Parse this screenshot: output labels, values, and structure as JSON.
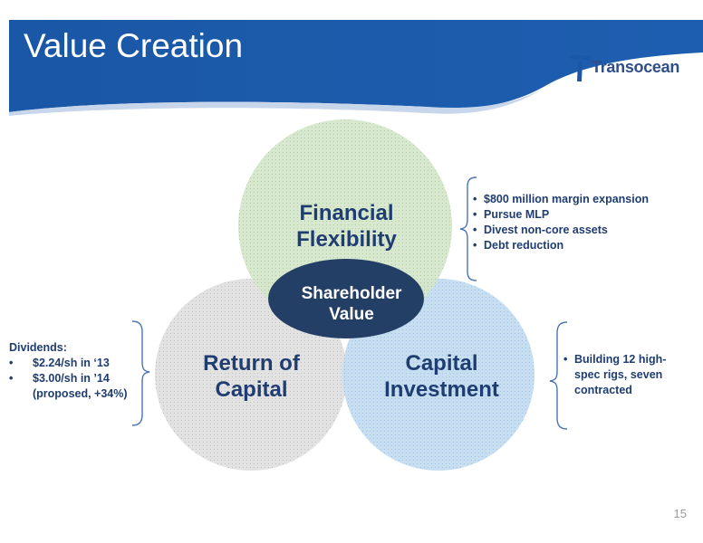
{
  "slide": {
    "title": "Value Creation",
    "page_number": "15"
  },
  "brand": {
    "logo_text": "Transocean",
    "header_color": "#1a57a6",
    "text_color": "#1f3d70"
  },
  "diagram": {
    "circles": [
      {
        "id": "financial",
        "lines": [
          "Financial",
          "Flexibility"
        ],
        "fill": "#cfe2c4"
      },
      {
        "id": "return",
        "lines": [
          "Return of",
          "Capital"
        ],
        "fill": "#dcdcdc"
      },
      {
        "id": "capital",
        "lines": [
          "Capital",
          "Investment"
        ],
        "fill": "#bcd6ee"
      }
    ],
    "center": {
      "lines": [
        "Shareholder",
        "Value"
      ],
      "fill": "#243f66"
    }
  },
  "callouts": {
    "financial": [
      "$800 million margin expansion",
      "Pursue MLP",
      "Divest non-core assets",
      "Debt reduction"
    ],
    "capital": [
      "Building 12 high-",
      "spec rigs, seven",
      "contracted"
    ],
    "return": {
      "heading": "Dividends:",
      "items": [
        "$2.24/sh  in ‘13",
        "$3.00/sh  in ’14",
        "(proposed, +34%)"
      ]
    }
  }
}
